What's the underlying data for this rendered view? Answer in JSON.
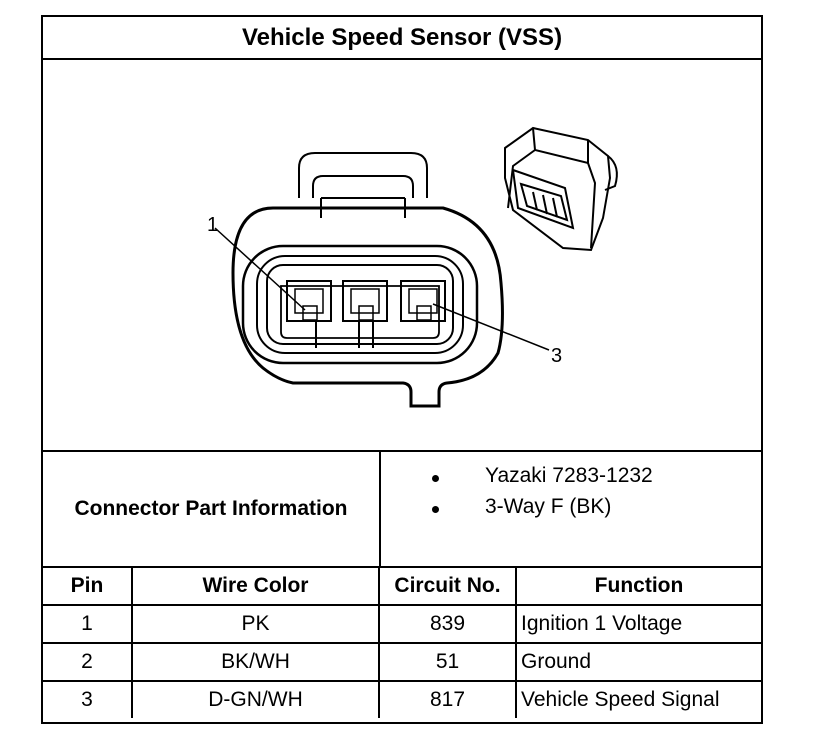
{
  "title": "Vehicle Speed Sensor (VSS)",
  "diagram": {
    "callout_pin_1": "1",
    "callout_pin_3": "3"
  },
  "connector_info": {
    "label": "Connector Part Information",
    "items": [
      "Yazaki 7283-1232",
      "3-Way F (BK)"
    ]
  },
  "pin_table": {
    "headers": [
      "Pin",
      "Wire Color",
      "Circuit No.",
      "Function"
    ],
    "rows": [
      [
        "1",
        "PK",
        "839",
        "Ignition 1 Voltage"
      ],
      [
        "2",
        "BK/WH",
        "51",
        "Ground"
      ],
      [
        "3",
        "D-GN/WH",
        "817",
        "Vehicle Speed Signal"
      ]
    ]
  }
}
